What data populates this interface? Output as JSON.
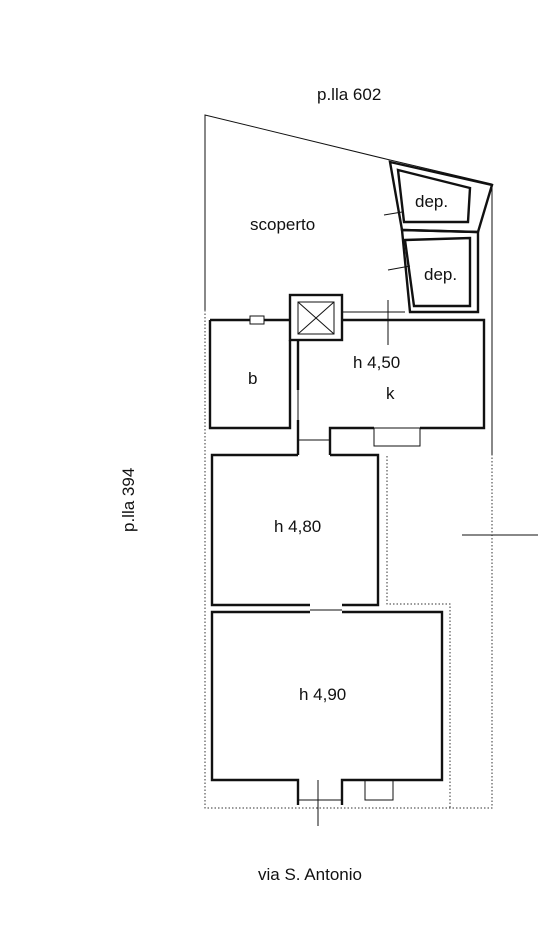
{
  "labels": {
    "north_parcel": "p.lla 602",
    "west_parcel": "p.lla 394",
    "street": "via S. Antonio",
    "scoperto": "scoperto",
    "dep_1": "dep.",
    "dep_2": "dep.",
    "bath": "b",
    "kitchen_height": "h 4,50",
    "kitchen": "k",
    "room_middle_height": "h 4,80",
    "room_front_height": "h 4,90"
  }
}
